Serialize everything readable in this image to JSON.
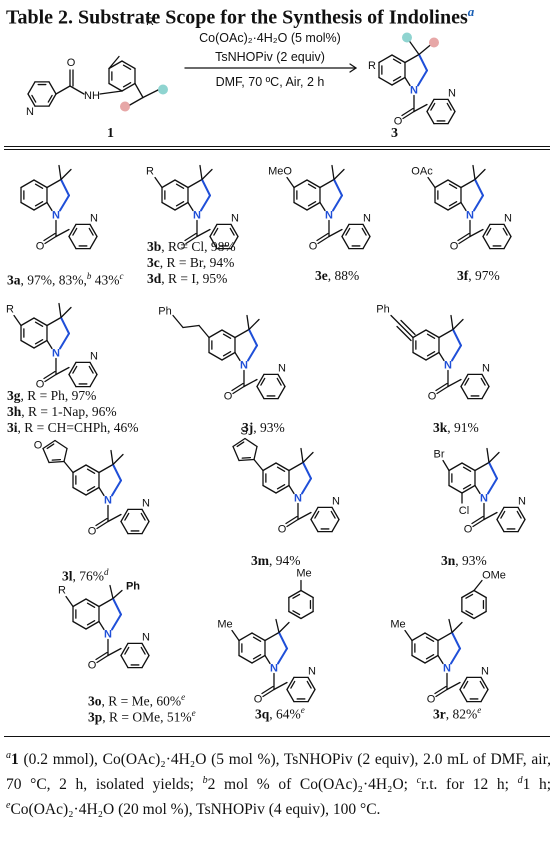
{
  "table": {
    "title": "Table 2. Substrate Scope for the Synthesis of Indolines",
    "title_mark": "a"
  },
  "scheme": {
    "reactant_label": "1",
    "product_label": "3",
    "conditions": [
      "Co(OAc)₂·4H₂O (5 mol%)",
      "TsNHOPiv (2 equiv)",
      "DMF, 70 ºC, Air, 2 h"
    ],
    "atoms": {
      "R": "R",
      "H": "H",
      "N": "N",
      "O": "O"
    }
  },
  "entries": [
    {
      "id": "3a",
      "text": ", 97%, 83%,",
      "mark_b": "b",
      "text2": " 43%",
      "mark_c": "c"
    },
    {
      "id": "3b",
      "text": ", R = Cl, 98%"
    },
    {
      "id": "3c",
      "text": ", R = Br, 94%"
    },
    {
      "id": "3d",
      "text": ", R = I, 95%"
    },
    {
      "id": "3e",
      "text": ", 88%"
    },
    {
      "id": "3f",
      "text": ", 97%"
    },
    {
      "id": "3g",
      "text": ", R = Ph, 97%"
    },
    {
      "id": "3h",
      "text": ", R = 1-Nap, 96%"
    },
    {
      "id": "3i",
      "text": ", R = CH=CHPh, 46%"
    },
    {
      "id": "3j",
      "text": ", 93%"
    },
    {
      "id": "3k",
      "text": ", 91%"
    },
    {
      "id": "3l",
      "text": ", 76%",
      "mark": "d"
    },
    {
      "id": "3m",
      "text": ", 94%"
    },
    {
      "id": "3n",
      "text": ", 93%"
    },
    {
      "id": "3o",
      "text": ", R = Me, 60%",
      "mark": "e"
    },
    {
      "id": "3p",
      "text": ", R = OMe, 51%",
      "mark": "e"
    },
    {
      "id": "3q",
      "text": ", 64%",
      "mark": "e"
    },
    {
      "id": "3r",
      "text": ", 82%",
      "mark": "e"
    }
  ],
  "substituents": {
    "R": "R",
    "MeO": "MeO",
    "OAc": "OAc",
    "Ph": "Ph",
    "Br": "Br",
    "Cl": "Cl",
    "Me": "Me",
    "OMe": "OMe",
    "O": "O",
    "S": "S"
  },
  "footnote": {
    "a": "a",
    "a_bold": "1",
    "a_text": " (0.2 mmol), Co(OAc)₂·4H₂O (5 mol %), TsNHOPiv (2 equiv), 2.0 mL of DMF, air, 70 °C, 2 h, isolated yields;",
    "b": "b",
    "b_text": "2 mol % of Co(OAc)₂·4H₂O;",
    "c": "c",
    "c_text": "r.t. for 12 h;",
    "d": "d",
    "d_text": "1 h;",
    "e": "e",
    "e_text": "Co(OAc)₂·4H₂O (20 mol %), TsNHOPiv (4 equiv), 100 °C."
  }
}
